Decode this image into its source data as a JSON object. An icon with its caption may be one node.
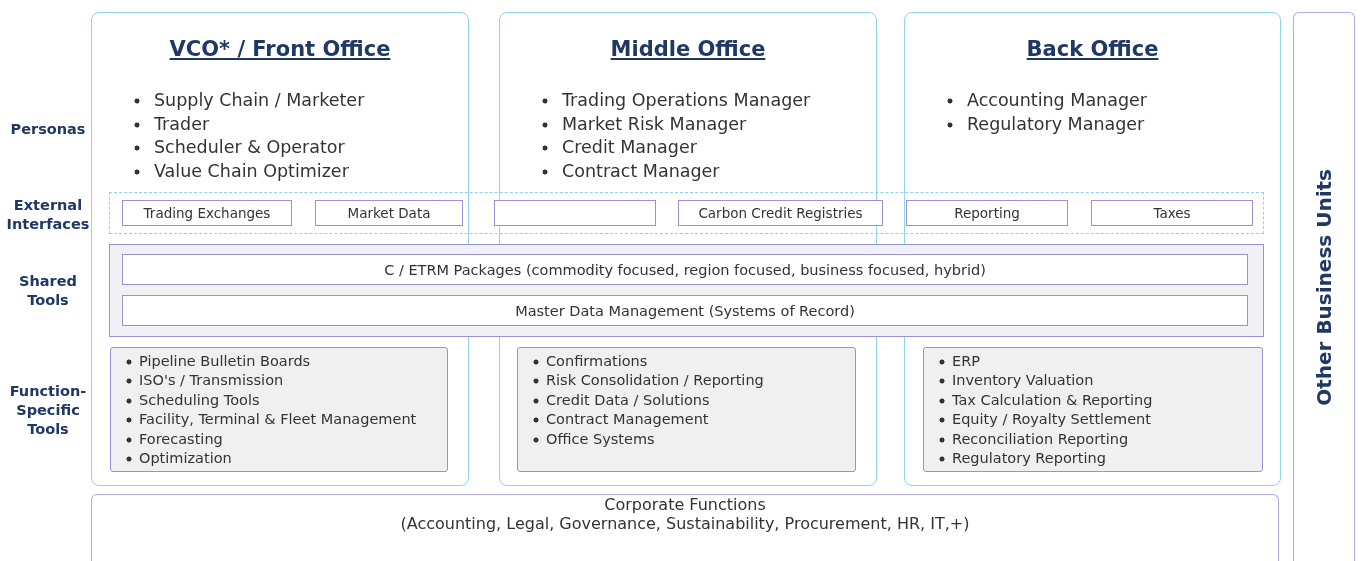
{
  "diagram": {
    "nodes": [
      {
        "text": [
          "VCO* / Front Office",
          "Supply Chain / Marketer",
          "Trader",
          "Scheduler & Operator",
          "Value Chain Optimizer"
        ]
      },
      {
        "text": [
          "Middle Office",
          "Trading Operations Manager",
          "Market Risk Manager",
          "Credit Manager",
          "Contract Manager"
        ]
      },
      {
        "text": [
          "Back Office",
          "Accounting Manager",
          "Regulatory Manager"
        ]
      },
      {
        "text": [
          "Other Business Units"
        ]
      },
      {
        "text": [],
        "shape": "box"
      },
      {
        "text": [
          "Trading Exchanges"
        ]
      },
      {
        "text": [
          "Market Data"
        ]
      },
      {
        "text": [],
        "shape": "box"
      },
      {
        "text": [
          "Carbon Credit Registries"
        ]
      },
      {
        "text": [
          "Reporting"
        ]
      },
      {
        "text": [
          "Taxes"
        ]
      },
      {
        "text": [],
        "shape": "box"
      },
      {
        "text": [
          "C / ETRM Packages (commodity focused, region focused, business focused, hybrid)"
        ],
        "in": 11
      },
      {
        "text": [
          "Master Data Management (Systems of Record)"
        ],
        "in": 11
      },
      {
        "text": [
          "Pipeline Bulletin Boards",
          "ISO's / Transmission",
          "Scheduling Tools",
          "Facility, Terminal & Fleet Management",
          "Forecasting",
          "Optimization"
        ],
        "in": 0
      },
      {
        "text": [
          "Confirmations",
          "Risk Consolidation / Reporting",
          "Credit Data / Solutions",
          "Contract Management",
          "Office Systems"
        ],
        "in": 1
      },
      {
        "text": [
          "ERP",
          "Inventory Valuation",
          "Tax Calculation & Reporting",
          "Equity / Royalty Settlement",
          "Reconciliation Reporting",
          "Regulatory Reporting"
        ],
        "in": 2
      },
      {
        "text": [
          "Corporate Functions",
          "(Accounting, Legal, Governance, Sustainability, Procurement, HR, IT,+)"
        ]
      }
    ],
    "labels": [
      "Personas",
      "External Interfaces",
      "Shared Tools",
      "Function-Specific Tools"
    ]
  }
}
